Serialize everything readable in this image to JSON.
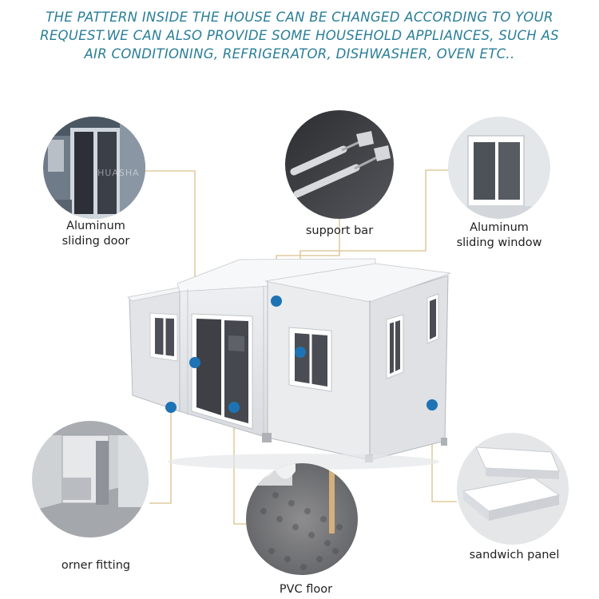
{
  "header": {
    "line1": "THE PATTERN INSIDE THE HOUSE CAN BE CHANGED ACCORDING TO YOUR",
    "line2": "REQUEST.WE CAN ALSO PROVIDE SOME HOUSEHOLD APPLIANCES, SUCH AS",
    "line3": "AIR CONDITIONING, REFRIGERATOR, DISHWASHER, OVEN ETC.."
  },
  "watermark": "HUASHA",
  "colors": {
    "header": "#2a7e98",
    "marker": "#1e73b4",
    "leader_line": "#d9c08a"
  },
  "features": [
    {
      "id": "sliding-door",
      "label_line1": "Aluminum",
      "label_line2": "sliding door"
    },
    {
      "id": "support-bar",
      "label_line1": "support bar",
      "label_line2": ""
    },
    {
      "id": "sliding-window",
      "label_line1": "Aluminum",
      "label_line2": "sliding window"
    },
    {
      "id": "corner-fitting",
      "label_line1": "orner fitting",
      "label_line2": ""
    },
    {
      "id": "pvc-floor",
      "label_line1": "PVC floor",
      "label_line2": ""
    },
    {
      "id": "sandwich-panel",
      "label_line1": "sandwich panel",
      "label_line2": ""
    }
  ]
}
